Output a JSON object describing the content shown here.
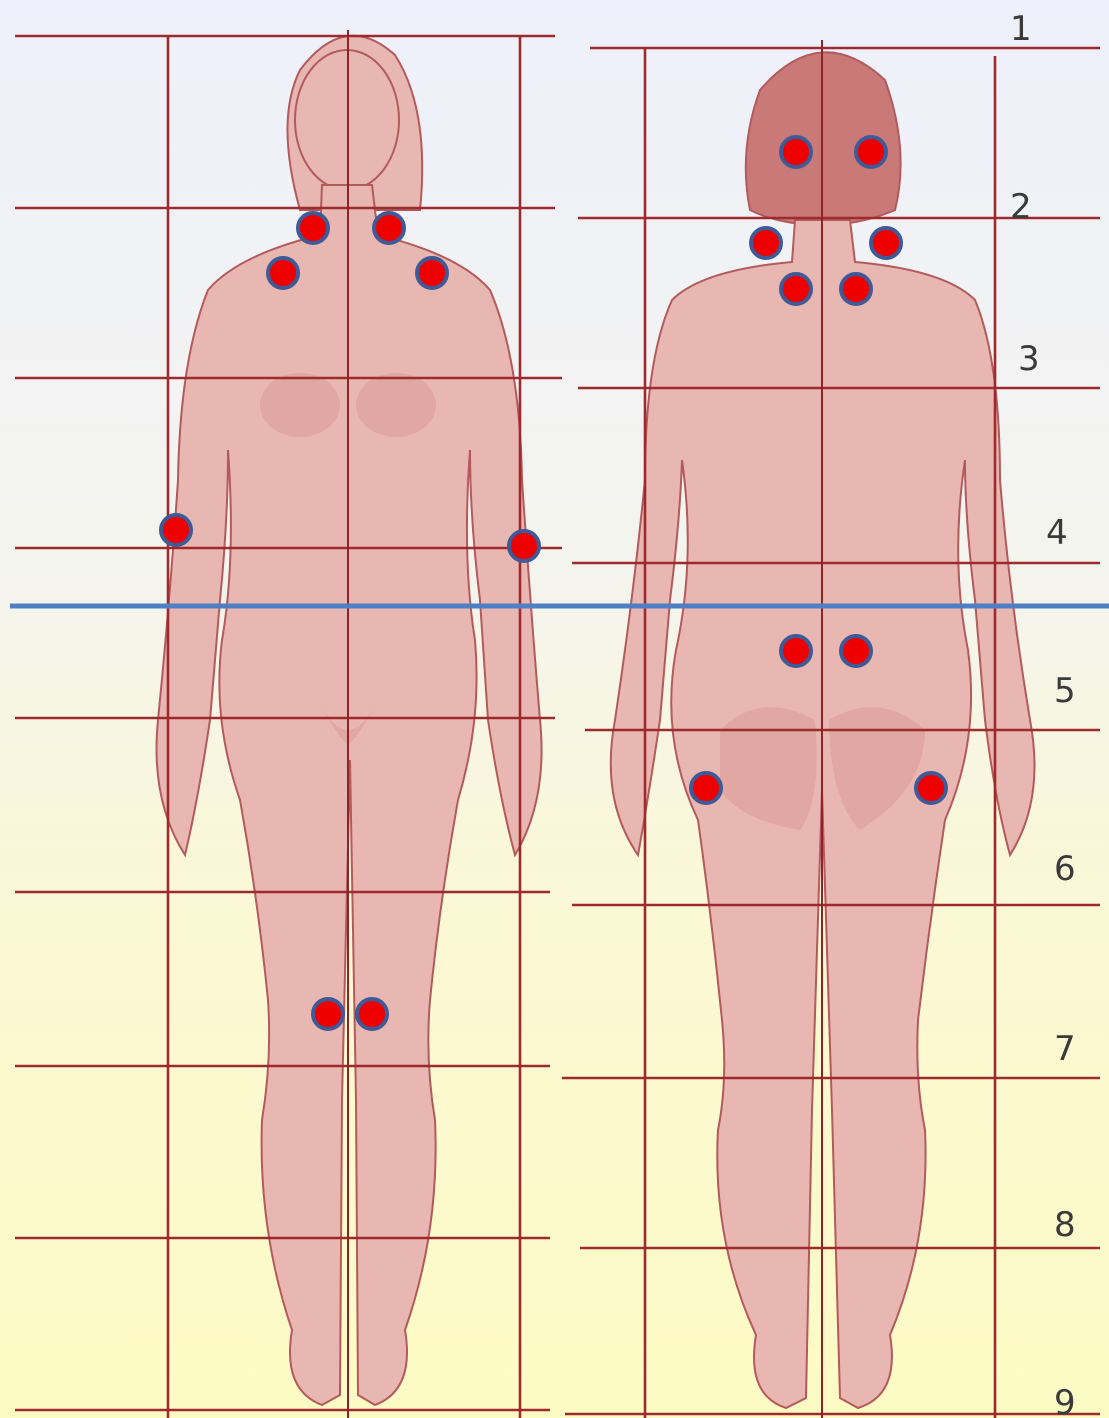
{
  "ruler_labels": [
    "1",
    "2",
    "3",
    "4",
    "5",
    "6",
    "7",
    "8",
    "9"
  ],
  "colors": {
    "grid": "#9e2a2e",
    "figure": "#e9b7b2",
    "marker_fill": "#ee0000",
    "marker_outline": "#3e5a97",
    "divider": "#4e7fc4"
  },
  "figures": [
    {
      "view": "front",
      "markers": [
        "left-inner-collarbone",
        "right-inner-collarbone",
        "left-shoulder",
        "right-shoulder",
        "left-elbow",
        "right-elbow",
        "left-knee",
        "right-knee"
      ]
    },
    {
      "view": "back",
      "markers": [
        "left-occiput",
        "right-occiput",
        "left-lower-neck",
        "right-lower-neck",
        "left-upper-back",
        "right-upper-back",
        "left-lower-back",
        "right-lower-back",
        "left-hip",
        "right-hip"
      ]
    }
  ]
}
